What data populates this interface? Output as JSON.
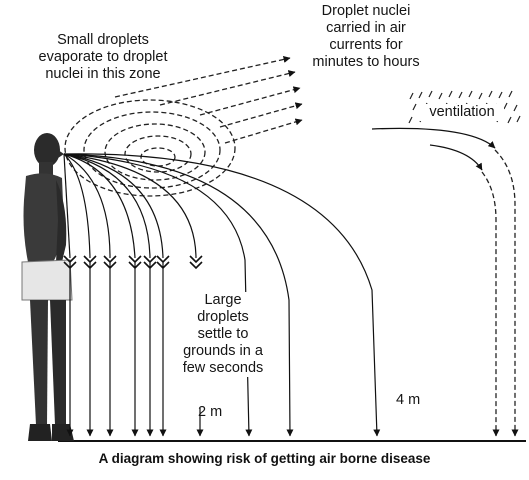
{
  "labels": {
    "small_droplets": "Small droplets\nevaporate to droplet\nnuclei in this zone",
    "droplet_nuclei": "Droplet nuclei\ncarried in air\ncurrents for\nminutes to hours",
    "ventilation": "ventilation",
    "large_droplets": "Large\ndroplets\nsettle to\ngrounds in a\nfew seconds",
    "distance_2m": "2 m",
    "distance_4m": "4 m"
  },
  "caption": "A diagram showing risk of getting air borne disease"
}
